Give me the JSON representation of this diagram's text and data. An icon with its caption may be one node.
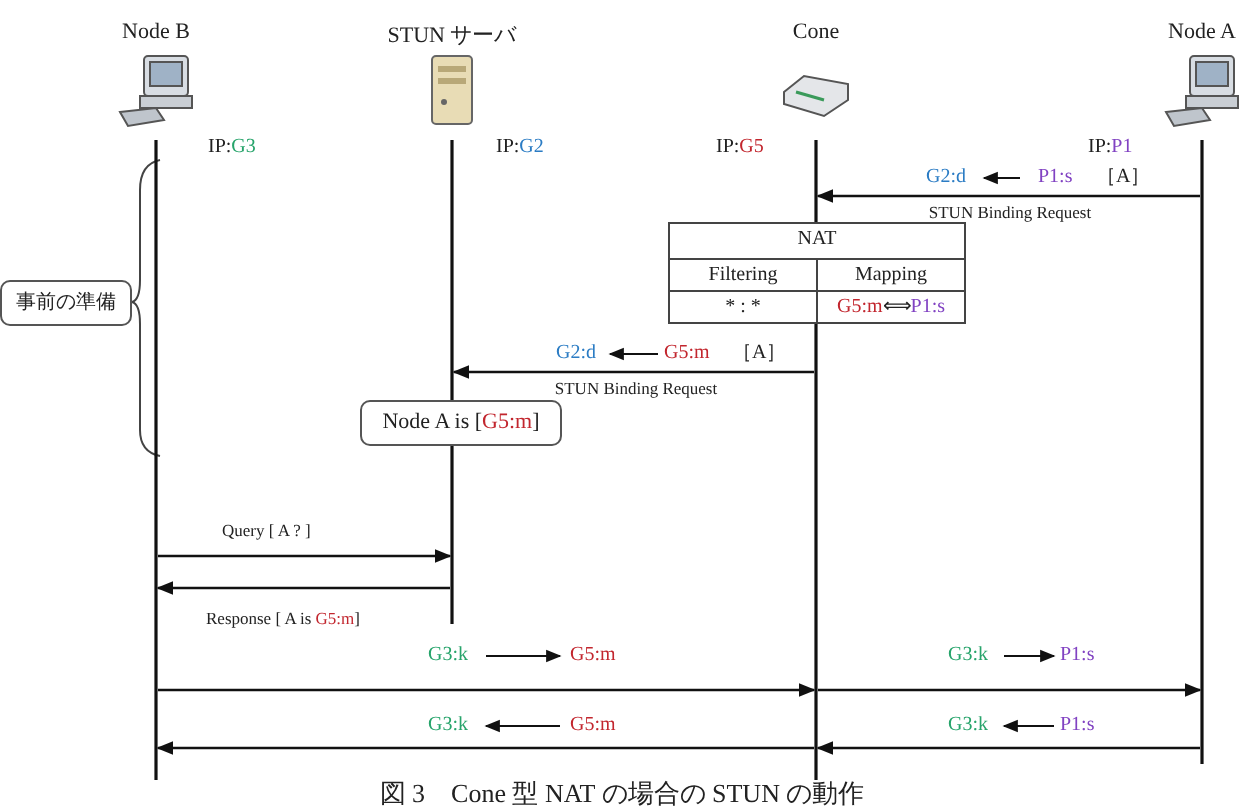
{
  "diagram": {
    "caption": "図 3　Cone 型 NAT の場合の STUN の動作",
    "nodes": [
      {
        "text": [
          "Node B"
        ],
        "beside": [
          "IP:G3"
        ]
      },
      {
        "text": [
          "STUN サーバ"
        ],
        "beside": [
          "IP:G2"
        ]
      },
      {
        "text": [
          "Cone"
        ],
        "beside": [
          "IP:G5"
        ]
      },
      {
        "text": [
          "Node A"
        ],
        "beside": [
          "IP:P1"
        ]
      },
      {
        "text": [
          "事前の準備"
        ]
      },
      {
        "text": [
          "Node A is [G5:m]"
        ]
      }
    ],
    "edges": [
      {
        "from": 3,
        "to": 2,
        "arrow": "to",
        "label": "STUN Binding Request"
      },
      {
        "from": 2,
        "to": 1,
        "arrow": "to",
        "label": "STUN Binding Request"
      },
      {
        "from": 0,
        "to": 1,
        "arrow": "to",
        "label": "Query [ A ? ]"
      },
      {
        "from": 1,
        "to": 0,
        "arrow": "to",
        "label": "Response [ A is G5:m]"
      },
      {
        "from": 0,
        "to": 2,
        "arrow": "to"
      },
      {
        "from": 2,
        "to": 3,
        "arrow": "to"
      },
      {
        "from": 2,
        "to": 0,
        "arrow": "to"
      },
      {
        "from": 3,
        "to": 2,
        "arrow": "to"
      }
    ],
    "labels": [
      "G2:d",
      "P1:s",
      "［A］",
      "NAT",
      "Filtering",
      "Mapping",
      "* : *",
      "G5:m⟺P1:s",
      "G2:d",
      "G5:m",
      "［A］",
      "G3:k",
      "G5:m",
      "G3:k",
      "P1:s",
      "G3:k",
      "G5:m",
      "G3:k",
      "P1:s"
    ]
  }
}
